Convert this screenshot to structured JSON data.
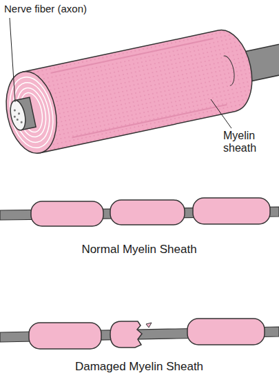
{
  "diagram": {
    "labels": [
      "Nerve fiber (axon)",
      "Myelin sheath",
      "Normal Myelin Sheath",
      "Damaged Myelin Sheath"
    ]
  }
}
